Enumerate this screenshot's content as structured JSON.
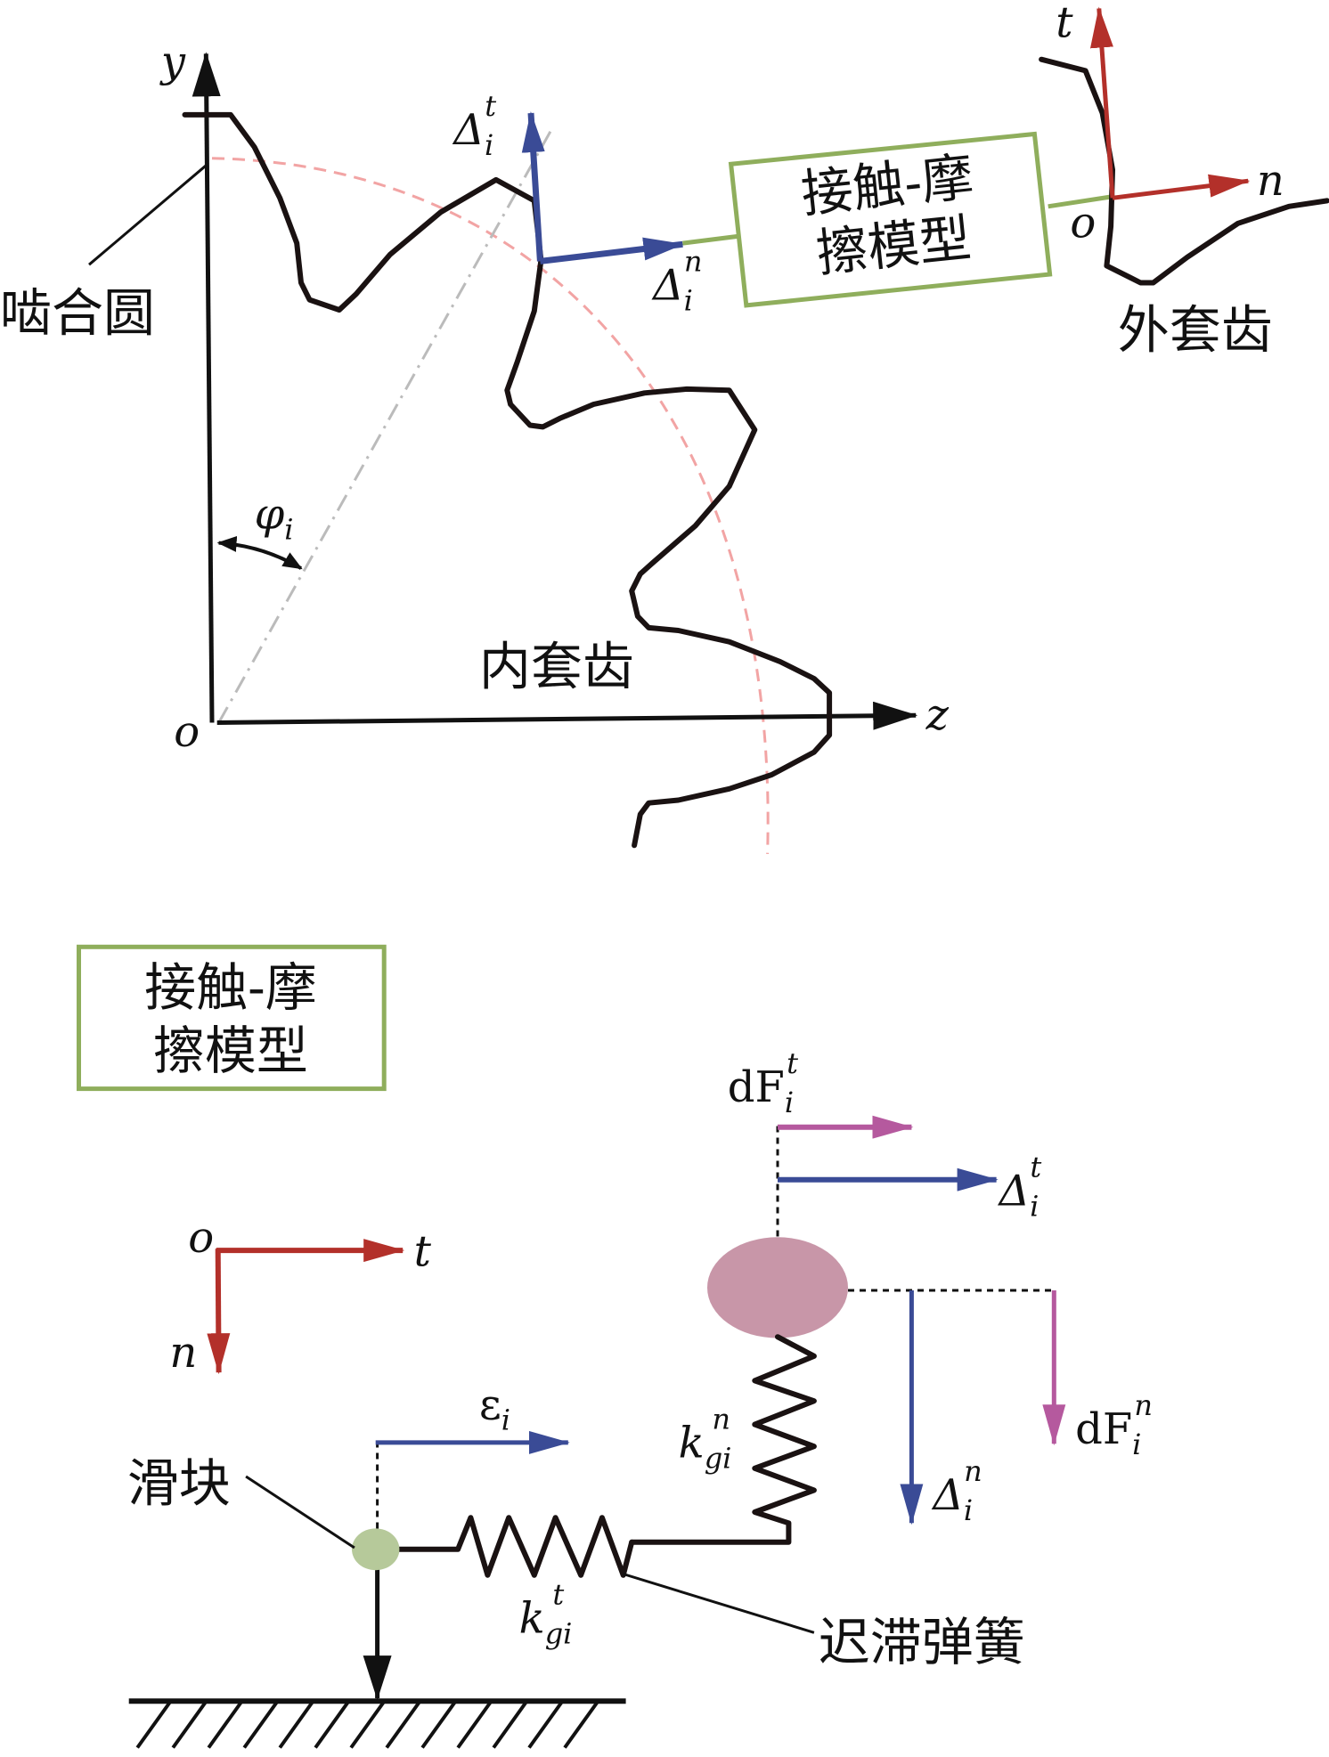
{
  "top": {
    "axis_y": "y",
    "axis_z": "z",
    "origin": "o",
    "mesh_circle": "啮合圆",
    "inner_tooth": "内套齿",
    "outer_tooth": "外套齿",
    "angle": {
      "main": "φ",
      "sub": "i"
    },
    "delta_t": {
      "main": "Δ",
      "sub": "i",
      "sup": "t"
    },
    "delta_n": {
      "main": "Δ",
      "sub": "i",
      "sup": "n"
    },
    "model_box": {
      "line1": "接触-摩",
      "line2": "擦模型"
    },
    "local_t": "t",
    "local_n": "n",
    "local_o": "o"
  },
  "bottom": {
    "model_box": {
      "line1": "接触-摩",
      "line2": "擦模型"
    },
    "axis_o": "o",
    "axis_t": "t",
    "axis_n": "n",
    "dF_t": {
      "main": "dF",
      "sub": "i",
      "sup": "t"
    },
    "delta_t": {
      "main": "Δ",
      "sub": "i",
      "sup": "t"
    },
    "delta_n": {
      "main": "Δ",
      "sub": "i",
      "sup": "n"
    },
    "dF_n": {
      "main": "dF",
      "sub": "i",
      "sup": "n"
    },
    "k_n": {
      "main": "k",
      "sub": "gi",
      "sup": "n"
    },
    "k_t": {
      "main": "k",
      "sub": "gi",
      "sup": "t"
    },
    "epsilon": {
      "main": "ε",
      "sub": "i"
    },
    "slider": "滑块",
    "hysteresis_spring": "迟滞弹簧"
  },
  "colors": {
    "green": "#8fae5c",
    "blue": "#3a4b96",
    "red": "#b3302a",
    "pink": "#b5599e",
    "mass": "#c896a8",
    "slider": "#b6c99a",
    "arc": "#f2a4a4"
  }
}
